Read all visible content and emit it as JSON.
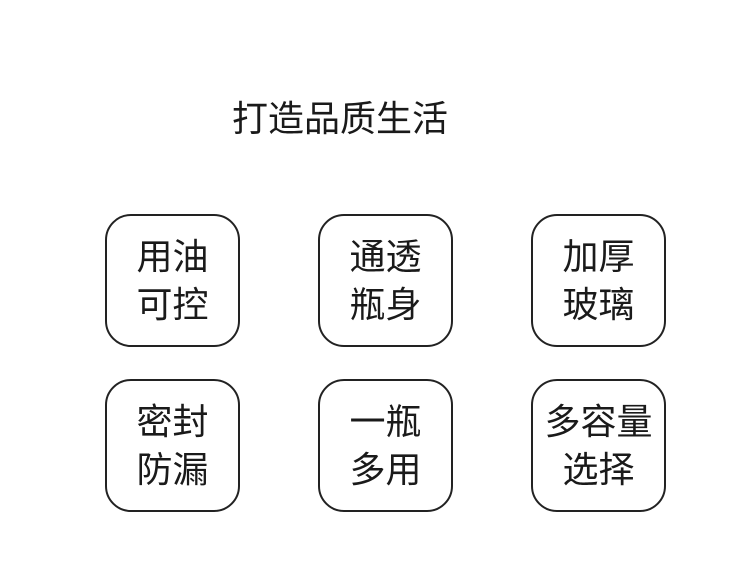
{
  "title": {
    "text": "打造品质生活"
  },
  "features": [
    {
      "name": "oil-control",
      "lines": [
        "用油",
        "可控"
      ]
    },
    {
      "name": "transparent-bottle",
      "lines": [
        "通透",
        "瓶身"
      ]
    },
    {
      "name": "thick-glass",
      "lines": [
        "加厚",
        "玻璃"
      ]
    },
    {
      "name": "leakproof-seal",
      "lines": [
        "密封",
        "防漏"
      ]
    },
    {
      "name": "multi-purpose",
      "lines": [
        "一瓶",
        "多用"
      ]
    },
    {
      "name": "capacity-options",
      "lines": [
        "多容量",
        "选择"
      ]
    }
  ],
  "colors": {
    "background": "#ffffff",
    "text": "#1a1a1a",
    "card_border": "#222222"
  }
}
